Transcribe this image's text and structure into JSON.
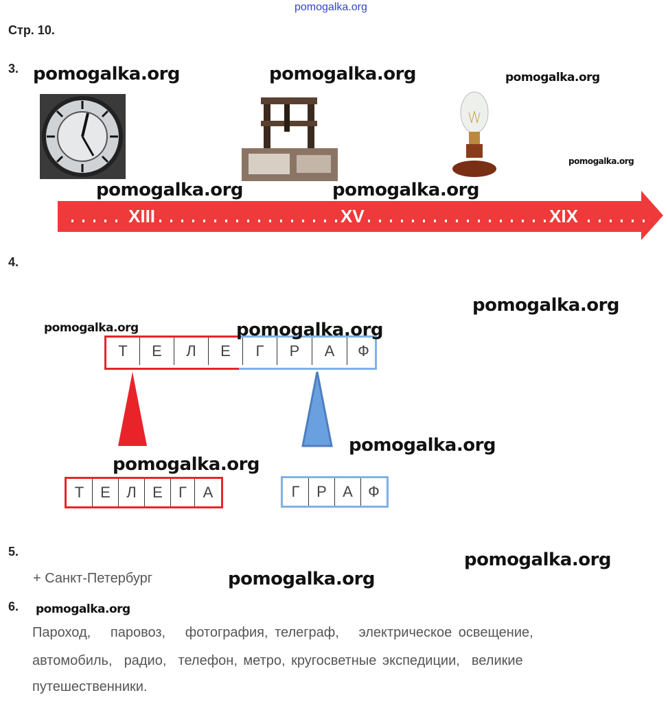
{
  "header": {
    "site_link": "pomogalka.org",
    "page_label": "Стр. 10."
  },
  "watermark": "pomogalka.org",
  "task3": {
    "number": "3.",
    "images": [
      "clock",
      "printing-press",
      "light-bulb"
    ],
    "timeline_labels": [
      "XIII",
      "XV",
      "XIX"
    ]
  },
  "task4": {
    "number": "4.",
    "word": [
      "Т",
      "Е",
      "Л",
      "Е",
      "Г",
      "Р",
      "А",
      "Ф"
    ],
    "part1": [
      "Т",
      "Е",
      "Л",
      "Е",
      "Г",
      "А"
    ],
    "part2": [
      "Г",
      "Р",
      "А",
      "Ф"
    ],
    "colors": {
      "red": "#e8242a",
      "blue": "#6fa8e0"
    }
  },
  "task5": {
    "number": "5.",
    "answer": "+ Санкт-Петербург"
  },
  "task6": {
    "number": "6.",
    "lines": [
      "Пароход,   паровоз,   фотография, телеграф,   электрическое освещение,",
      "автомобиль,  радио,  телефон, метро, кругосветные экспедиции,  великие",
      "путешественники."
    ]
  }
}
